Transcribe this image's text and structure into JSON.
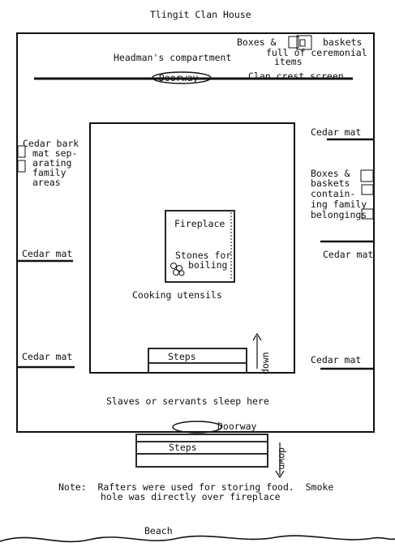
{
  "title": "Tlingit Clan House",
  "labels": {
    "boxes_top_1": "Boxes &",
    "boxes_top_2": "baskets",
    "boxes_top_3": "full of ceremonial",
    "boxes_top_4": "items",
    "headman": "Headman's compartment",
    "doorway_top": "Doorway",
    "crest_screen": "Clan crest screen",
    "cedar_bark": [
      "Cedar bark",
      "mat sep-",
      "arating",
      "family",
      "areas"
    ],
    "cedar_mat_r1": "Cedar mat",
    "boxes_right": [
      "Boxes &",
      "baskets",
      "contain-",
      "ing family",
      "belongings"
    ],
    "fireplace": "Fireplace",
    "stones": [
      "Stones for",
      "boiling"
    ],
    "cedar_mat_l2": "Cedar mat",
    "cedar_mat_r2": "Cedar mat",
    "cooking": "Cooking utensils",
    "steps_inner": "Steps",
    "down_inner": "down",
    "cedar_mat_l3": "Cedar mat",
    "cedar_mat_r3": "Cedar mat",
    "slaves": "Slaves or servants sleep here",
    "doorway_bottom": "Doorway",
    "steps_outer": "Steps",
    "down_outer": "down",
    "note": [
      "Note:  Rafters were used for storing food.  Smoke",
      "hole was directly over fireplace"
    ],
    "beach": "Beach"
  }
}
